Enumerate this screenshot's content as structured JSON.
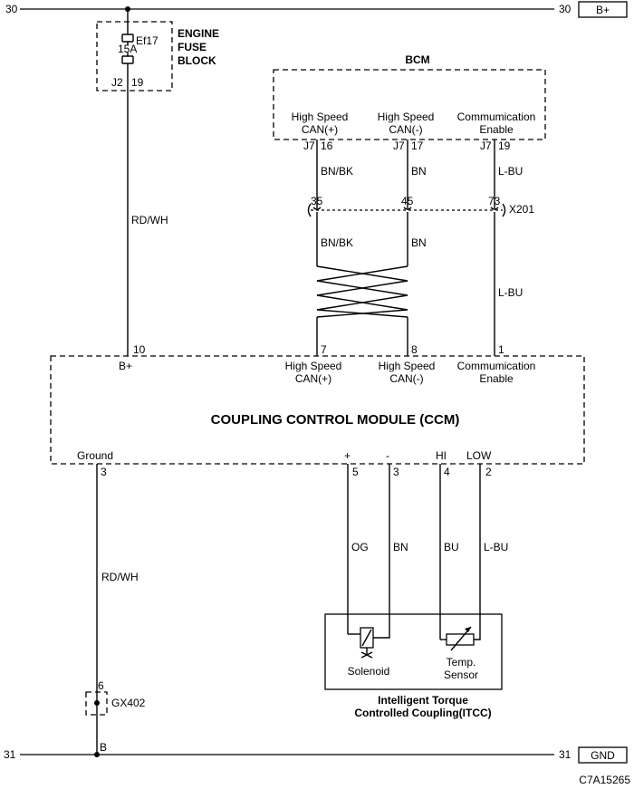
{
  "rails": {
    "top_left": "30",
    "top_right": "30",
    "top_label": "B+",
    "bottom_left": "31",
    "bottom_right": "31",
    "bottom_label": "GND"
  },
  "fuse_block": {
    "title_line1": "ENGINE",
    "title_line2": "FUSE",
    "title_line3": "BLOCK",
    "fuse_id": "Ef17",
    "rating": "15A",
    "connector": "J2",
    "pin": "19"
  },
  "bcm": {
    "title": "BCM",
    "pins": [
      {
        "name_line1": "High Speed",
        "name_line2": "CAN(+)",
        "connector": "J7",
        "pin": "16",
        "wire": "BN/BK"
      },
      {
        "name_line1": "High Speed",
        "name_line2": "CAN(-)",
        "connector": "J7",
        "pin": "17",
        "wire": "BN"
      },
      {
        "name_line1": "Commumication",
        "name_line2": "Enable",
        "connector": "J7",
        "pin": "19",
        "wire": "L-BU"
      }
    ]
  },
  "x201": {
    "name": "X201",
    "pins": [
      "35",
      "45",
      "73"
    ],
    "lower_wires": [
      "BN/BK",
      "BN",
      "L-BU"
    ]
  },
  "power_wire": "RD/WH",
  "ccm": {
    "title": "COUPLING CONTROL MODULE (CCM)",
    "bplus_pin": "10",
    "bplus_label": "B+",
    "top_pins": [
      {
        "pin": "7",
        "name_line1": "High Speed",
        "name_line2": "CAN(+)"
      },
      {
        "pin": "8",
        "name_line1": "High Speed",
        "name_line2": "CAN(-)"
      },
      {
        "pin": "1",
        "name_line1": "Commumication",
        "name_line2": "Enable"
      }
    ],
    "ground_label": "Ground",
    "ground_pin": "3",
    "bottom_pins": [
      {
        "label": "+",
        "pin": "5",
        "wire": "OG"
      },
      {
        "label": "-",
        "pin": "3",
        "wire": "BN"
      },
      {
        "label": "HI",
        "pin": "4",
        "wire": "BU"
      },
      {
        "label": "LOW",
        "pin": "2",
        "wire": "L-BU"
      }
    ]
  },
  "ground_wire": "RD/WH",
  "ground_point": {
    "pin": "6",
    "name": "GX402",
    "splice": "B"
  },
  "itcc": {
    "solenoid": "Solenoid",
    "sensor_line1": "Temp.",
    "sensor_line2": "Sensor",
    "title_line1": "Intelligent Torque",
    "title_line2": "Controlled Coupling(ITCC)"
  },
  "figure_id": "C7A15265"
}
